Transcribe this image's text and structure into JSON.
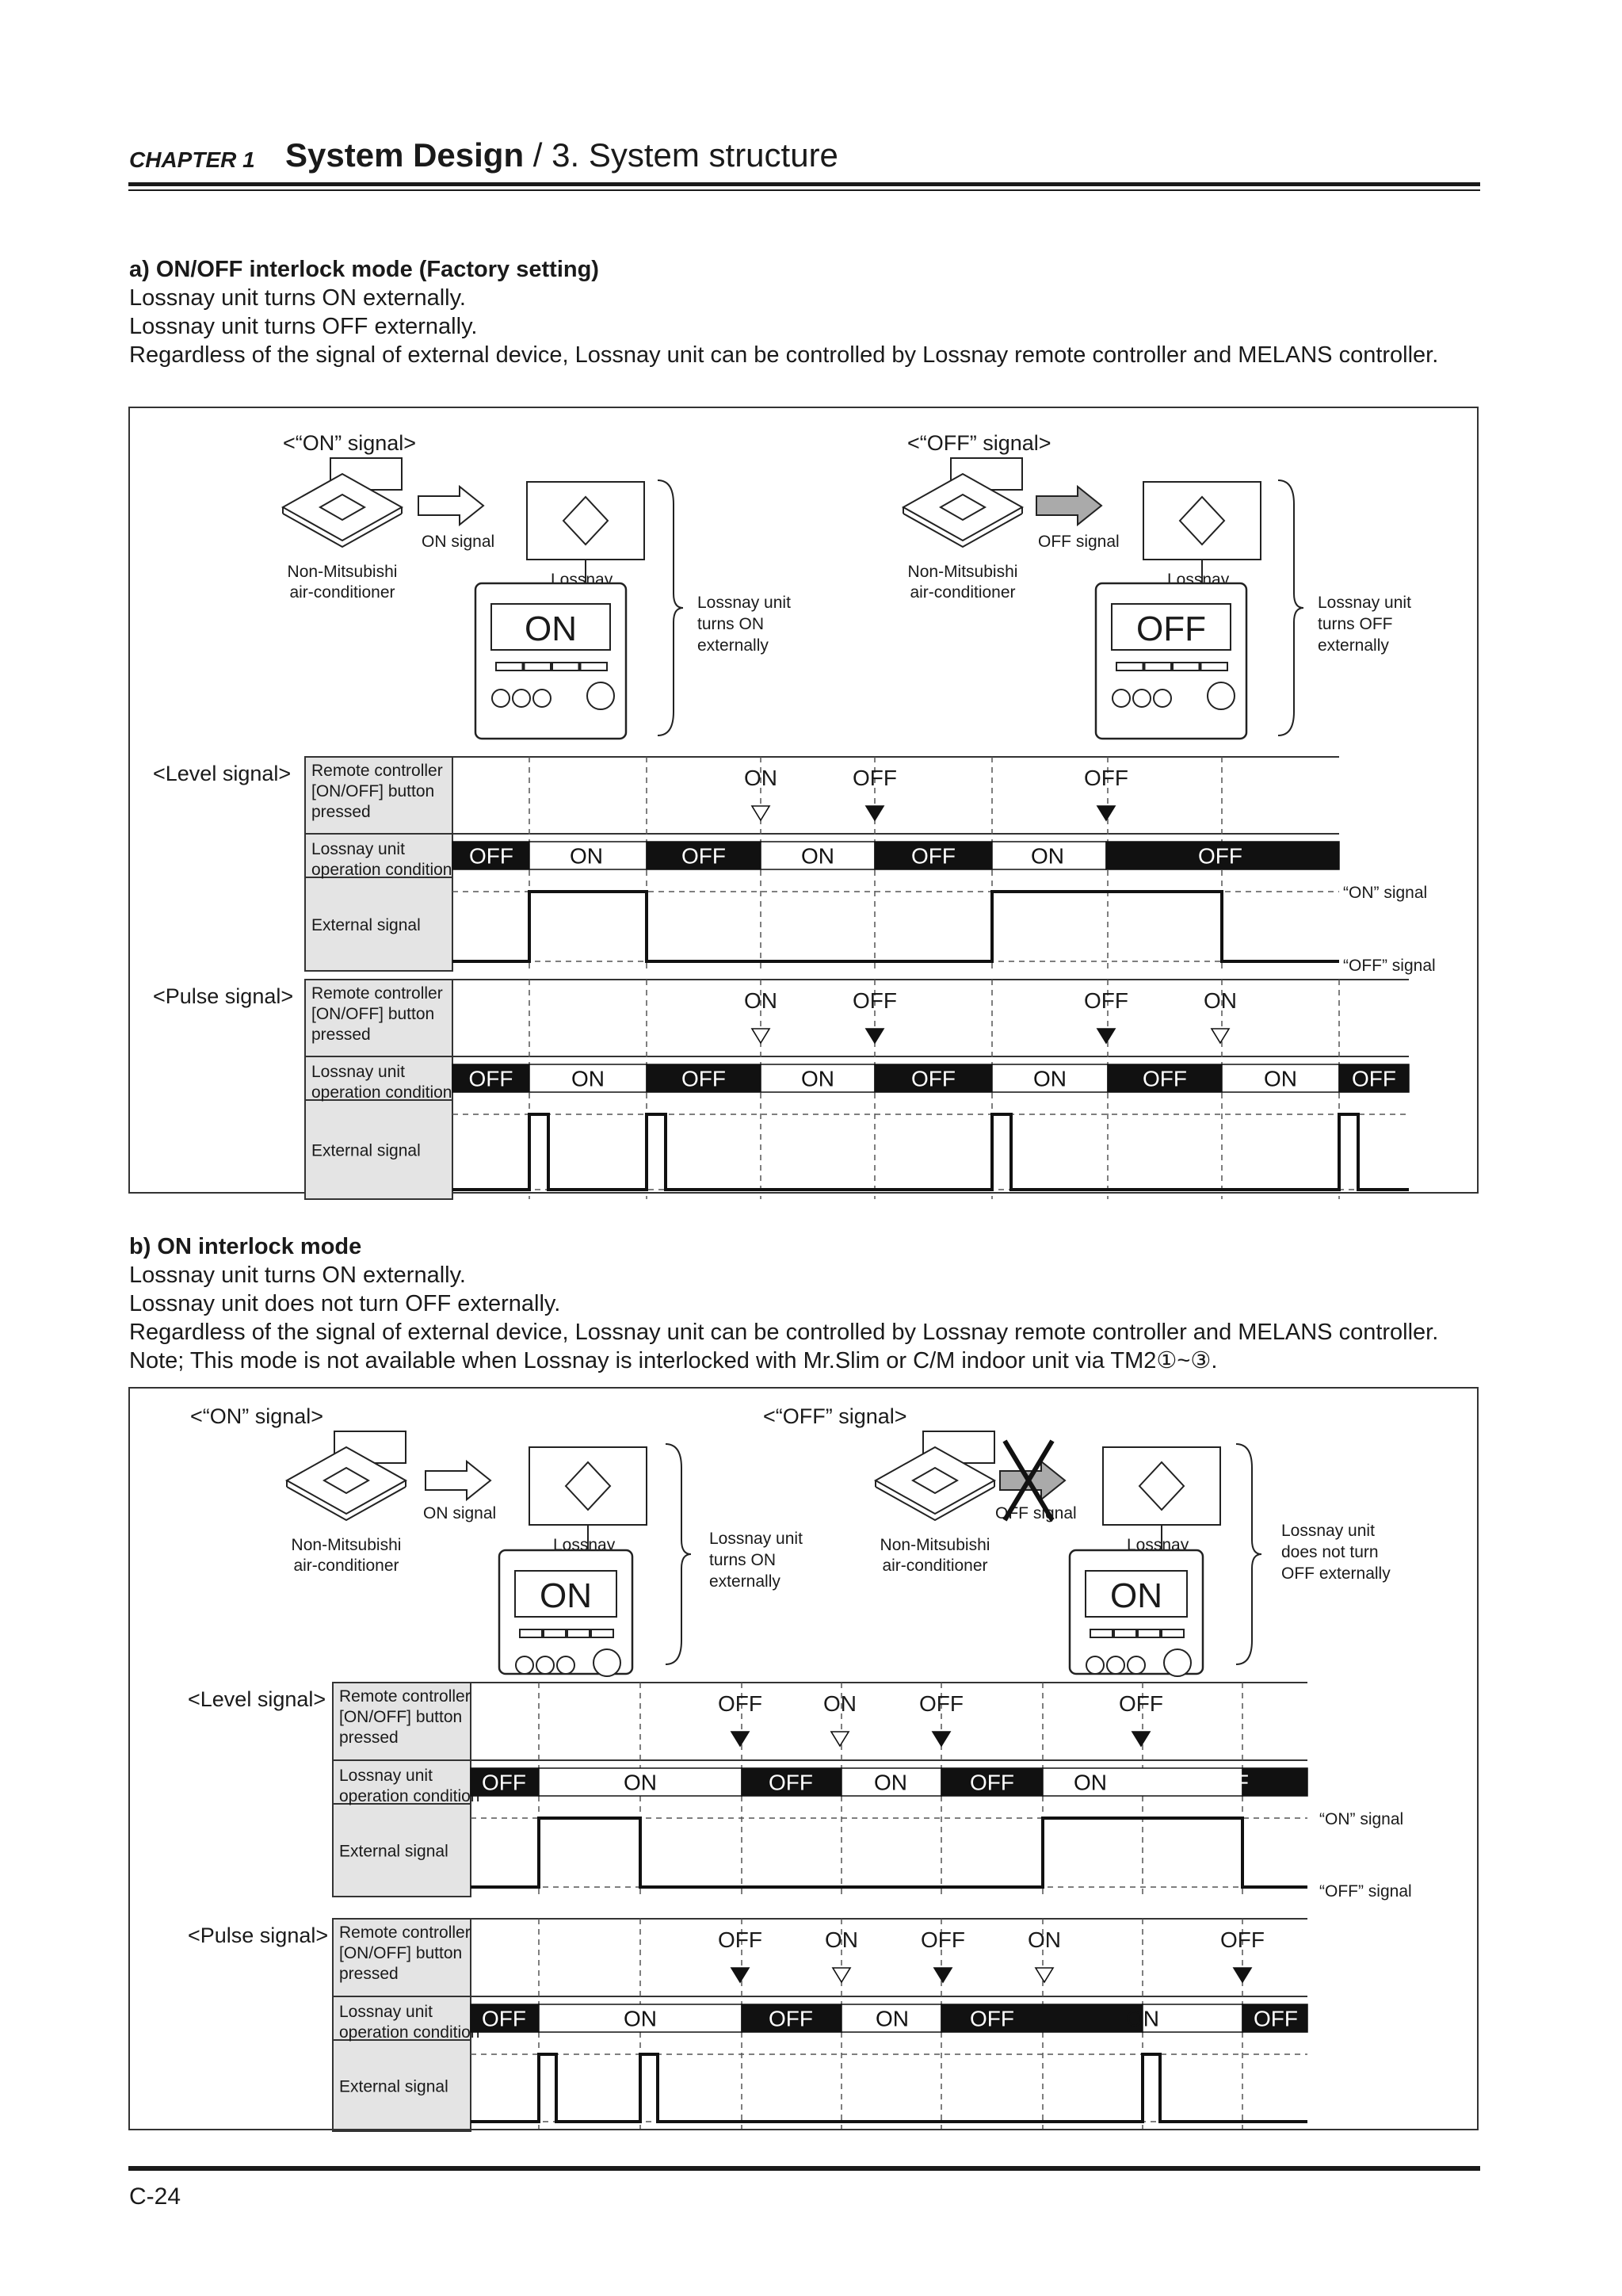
{
  "header": {
    "chapter": "CHAPTER 1",
    "title": "System Design",
    "subtitle": "/ 3. System structure"
  },
  "section_a": {
    "heading": "a) ON/OFF interlock mode (Factory setting)",
    "lines": [
      "Lossnay unit turns ON externally.",
      "Lossnay unit turns OFF externally.",
      "Regardless of the signal of external device, Lossnay unit can be controlled by Lossnay remote controller and MELANS controller."
    ],
    "on_block": {
      "title": "<“ON” signal>",
      "ac_label": [
        "Non-Mitsubishi",
        "air-conditioner"
      ],
      "arrow_label": "ON signal",
      "lossnay_label": "Lossnay",
      "display": "ON",
      "result": [
        "Lossnay unit",
        "turns ON",
        "externally"
      ]
    },
    "off_block": {
      "title": "<“OFF” signal>",
      "ac_label": [
        "Non-Mitsubishi",
        "air-conditioner"
      ],
      "arrow_label": "OFF signal",
      "lossnay_label": "Lossnay",
      "display": "OFF",
      "result": [
        "Lossnay unit",
        "turns OFF",
        "externally"
      ]
    },
    "level": {
      "label": "<Level signal>",
      "row_labels": [
        [
          "Remote controller",
          "[ON/OFF] button",
          "pressed"
        ],
        [
          "Lossnay unit",
          "operation condition"
        ],
        [
          "External signal"
        ]
      ],
      "presses": [
        {
          "label": "ON",
          "kind": "open"
        },
        {
          "label": "OFF",
          "kind": "filled"
        },
        {
          "label": "OFF",
          "kind": "filled"
        }
      ],
      "states": [
        "OFF",
        "ON",
        "OFF",
        "ON",
        "OFF",
        "ON",
        "OFF"
      ],
      "legend_on": "“ON” signal",
      "legend_off": "“OFF” signal"
    },
    "pulse": {
      "label": "<Pulse signal>",
      "row_labels": [
        [
          "Remote controller",
          "[ON/OFF] button",
          "pressed"
        ],
        [
          "Lossnay unit",
          "operation condition"
        ],
        [
          "External signal"
        ]
      ],
      "presses": [
        {
          "label": "ON",
          "kind": "open"
        },
        {
          "label": "OFF",
          "kind": "filled"
        },
        {
          "label": "OFF",
          "kind": "filled"
        },
        {
          "label": "ON",
          "kind": "open"
        }
      ],
      "states": [
        "OFF",
        "ON",
        "OFF",
        "ON",
        "OFF",
        "ON",
        "OFF",
        "ON",
        "OFF"
      ]
    }
  },
  "section_b": {
    "heading": "b) ON interlock mode",
    "lines": [
      "Lossnay unit turns ON externally.",
      "Lossnay unit does not turn OFF externally.",
      "Regardless of the signal of external device, Lossnay unit can be controlled by Lossnay remote controller and MELANS controller.",
      "Note; This mode is not available when Lossnay is interlocked with Mr.Slim or C/M indoor unit via TM2①~③."
    ],
    "on_block": {
      "title": "<“ON” signal>",
      "ac_label": [
        "Non-Mitsubishi",
        "air-conditioner"
      ],
      "arrow_label": "ON signal",
      "lossnay_label": "Lossnay",
      "display": "ON",
      "result": [
        "Lossnay unit",
        "turns ON",
        "externally"
      ]
    },
    "off_block": {
      "title": "<“OFF” signal>",
      "ac_label": [
        "Non-Mitsubishi",
        "air-conditioner"
      ],
      "arrow_label": "OFF signal",
      "lossnay_label": "Lossnay",
      "display": "ON",
      "result": [
        "Lossnay unit",
        "does not turn",
        "OFF externally"
      ]
    },
    "level": {
      "label": "<Level signal>",
      "row_labels": [
        [
          "Remote controller",
          "[ON/OFF] button",
          "pressed"
        ],
        [
          "Lossnay unit",
          "operation condition"
        ],
        [
          "External signal"
        ]
      ],
      "presses": [
        {
          "label": "OFF",
          "kind": "filled"
        },
        {
          "label": "ON",
          "kind": "open"
        },
        {
          "label": "OFF",
          "kind": "filled"
        },
        {
          "label": "OFF",
          "kind": "filled"
        }
      ],
      "states": [
        "OFF",
        "ON",
        "OFF",
        "ON",
        "OFF",
        "ON",
        "OFF"
      ],
      "legend_on": "“ON” signal",
      "legend_off": "“OFF” signal"
    },
    "pulse": {
      "label": "<Pulse signal>",
      "row_labels": [
        [
          "Remote controller",
          "[ON/OFF] button",
          "pressed"
        ],
        [
          "Lossnay unit",
          "operation condition"
        ],
        [
          "External signal"
        ]
      ],
      "presses": [
        {
          "label": "OFF",
          "kind": "filled"
        },
        {
          "label": "ON",
          "kind": "open"
        },
        {
          "label": "OFF",
          "kind": "filled"
        },
        {
          "label": "ON",
          "kind": "open"
        },
        {
          "label": "OFF",
          "kind": "filled"
        }
      ],
      "states": [
        "OFF",
        "ON",
        "OFF",
        "ON",
        "OFF",
        "ON",
        "OFF"
      ]
    }
  },
  "footer": {
    "page": "C-24"
  }
}
